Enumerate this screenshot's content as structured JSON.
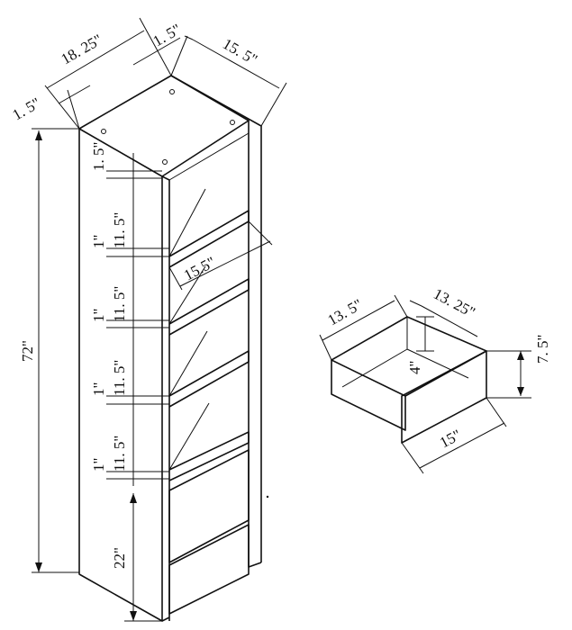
{
  "bookcase": {
    "top_width": "18. 25\"",
    "side_thickness_right": "1. 5\"",
    "depth": "15. 5\"",
    "side_thickness_left": "1. 5\"",
    "height": "72\"",
    "top_panel": "1. 5\"",
    "shelf_thickness_1": "1\"",
    "shelf_thickness_2": "1\"",
    "shelf_thickness_3": "1\"",
    "shelf_thickness_4": "1\"",
    "opening_1": "11. 5\"",
    "opening_2": "11. 5\"",
    "opening_3": "11. 5\"",
    "opening_4": "11. 5\"",
    "shelf_depth": "15.5\"",
    "drawer_section": "22\""
  },
  "drawer": {
    "inner_width": "13. 5\"",
    "inner_depth": "13. 25\"",
    "inner_height": "4\"",
    "front_height": "7. 5\"",
    "front_width": "15\""
  }
}
